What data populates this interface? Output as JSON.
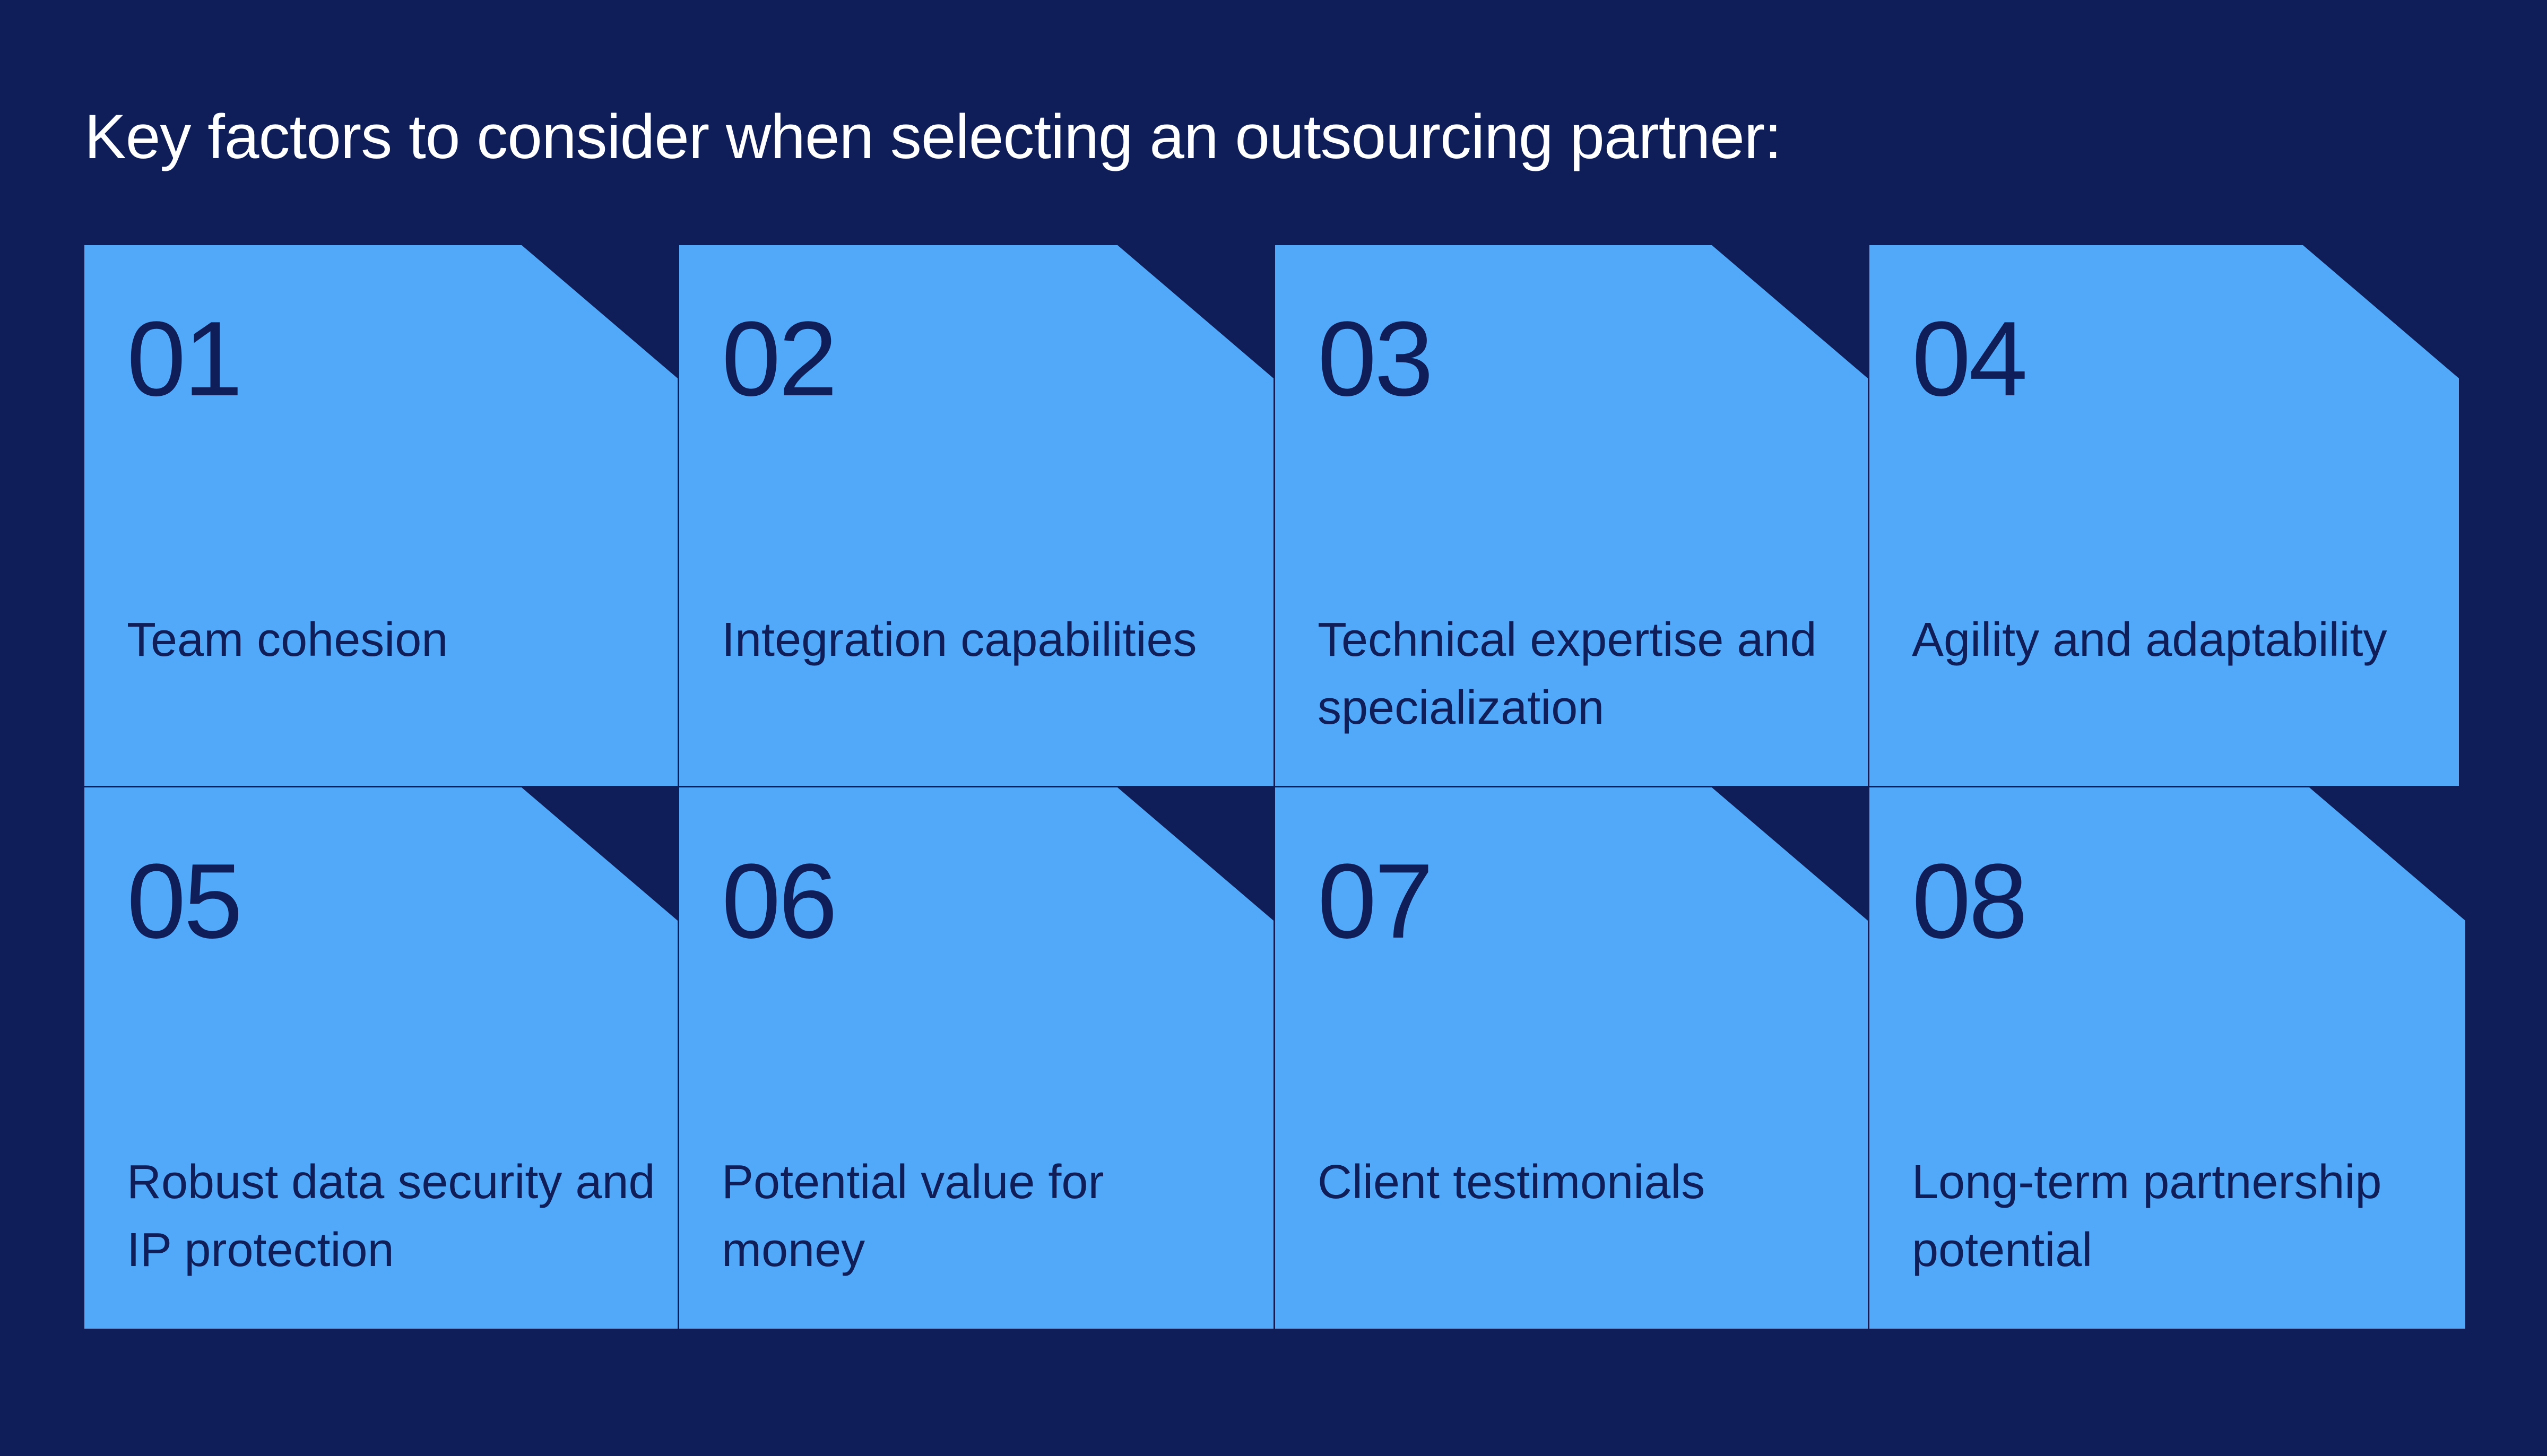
{
  "title": "Key factors to consider when selecting an outsourcing partner:",
  "colors": {
    "background": "#0F1D59",
    "card": "#52A9FA",
    "text_dark": "#0F1D59",
    "title_text": "#FFFFFF"
  },
  "cards": [
    {
      "number": "01",
      "label": "Team cohesion"
    },
    {
      "number": "02",
      "label": "Integration capabilities"
    },
    {
      "number": "03",
      "label": "Technical expertise and specialization"
    },
    {
      "number": "04",
      "label": "Agility and adaptability"
    },
    {
      "number": "05",
      "label": "Robust data security and IP protection"
    },
    {
      "number": "06",
      "label": "Potential value for money"
    },
    {
      "number": "07",
      "label": "Client testimonials"
    },
    {
      "number": "08",
      "label": "Long-term partnership potential"
    }
  ]
}
